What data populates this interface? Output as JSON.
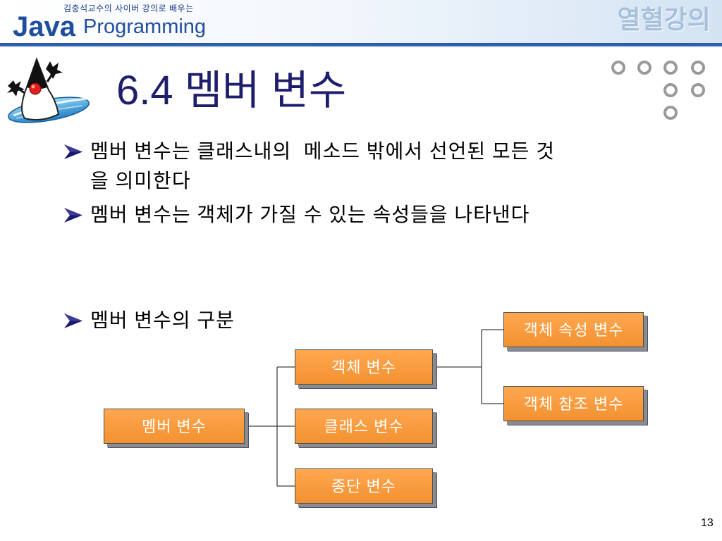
{
  "header": {
    "subtitle": "김충석교수의 사이버 강의로 배우는",
    "brand_java": "Java",
    "brand_programming": "Programming",
    "series_label": "열혈강의"
  },
  "slide": {
    "title": "6.4 멤버 변수",
    "bullets": [
      {
        "lines": [
          "멤버 변수는 클래스내의  메소드 밖에서 선언된 모든 것",
          "을 의미한다"
        ]
      },
      {
        "lines": [
          "멤버 변수는 객체가 가질 수 있는 속성들을 나타낸다"
        ]
      },
      {
        "lines": [
          "멤버 변수의 구분"
        ]
      }
    ],
    "page_number": "13"
  },
  "diagram": {
    "label": "멤버 변수",
    "children": [
      {
        "label": "객체 변수",
        "children": [
          {
            "label": "객체 속성 변수"
          },
          {
            "label": "객체 참조 변수"
          }
        ]
      },
      {
        "label": "클래스 변수"
      },
      {
        "label": "종단 변수"
      }
    ]
  },
  "icons": {
    "bullet": "arrow-bullet-icon",
    "mascot": "java-duke-mascot-icon",
    "decoration": "gray-ring-dots-icon"
  },
  "colors": {
    "brand_blue": "#1f4e9e",
    "series_label": "#a7c0dc",
    "header_rule": "#2b5cab",
    "title_text": "#1e1e6e",
    "bullet_icon": "#1a1a6e",
    "box_fill": "#ff9933",
    "box_text": "#ffffff",
    "connector": "#404040"
  }
}
